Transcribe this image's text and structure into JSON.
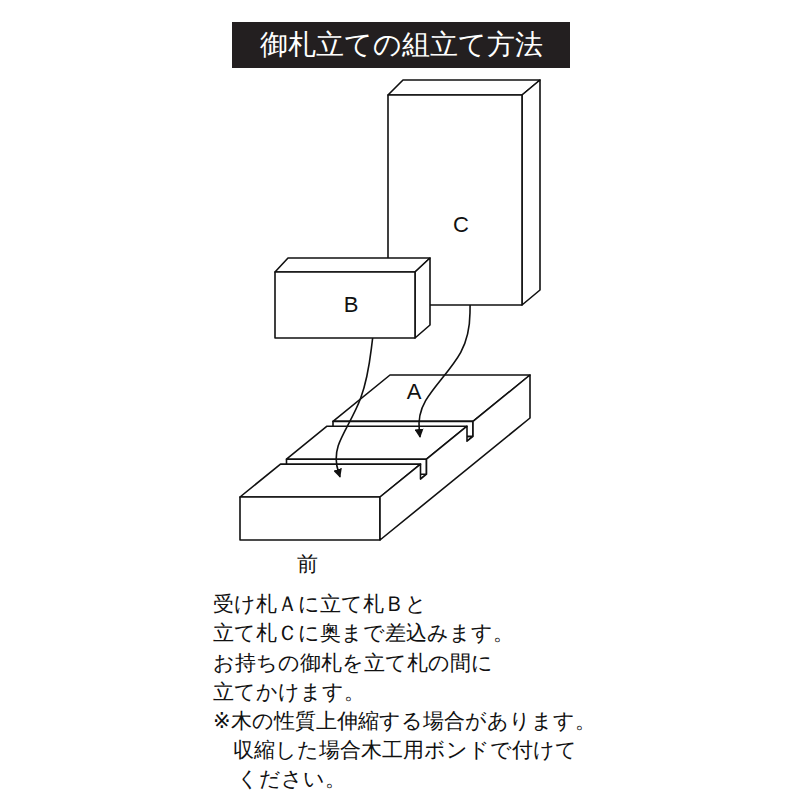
{
  "diagram": {
    "title": "御札立ての組立て方法",
    "nodes": [
      {
        "text": [
          "C"
        ]
      },
      {
        "text": [
          "B"
        ]
      },
      {
        "text": [
          "A"
        ]
      }
    ],
    "edges": [
      {
        "from": 1,
        "to": 2,
        "arrow": "to"
      },
      {
        "from": 0,
        "to": 2,
        "arrow": "to"
      }
    ],
    "labels": [
      "前",
      "受け札Ａに立て札Ｂと",
      "立て札Ｃに奥まで差込みます。",
      "お持ちの御札を立て札の間に",
      "立てかけます。",
      "※木の性質上伸縮する場合があります。",
      "収縮した場合木工用ボンドで付けて",
      "ください。"
    ]
  }
}
